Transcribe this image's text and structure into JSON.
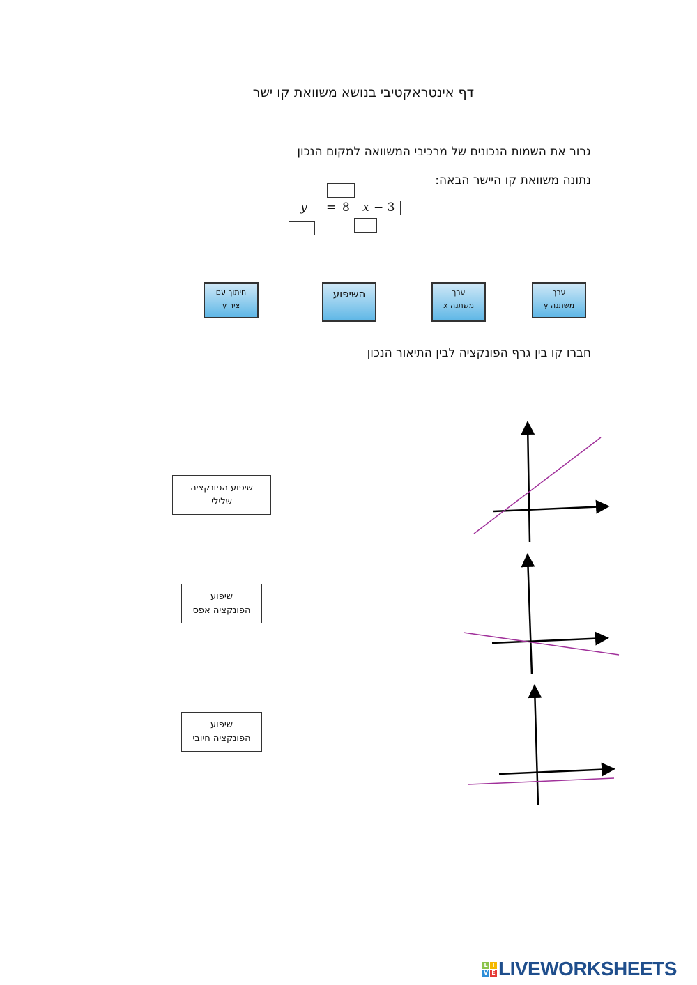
{
  "title": "דף אינטראקטיבי בנושא משוואת קו ישר",
  "instruction1": "גרור את השמות הנכונים של מרכיבי המשוואה למקום הנכון",
  "instruction2": "נתונה משוואת קו היישר הבאה:",
  "equation": {
    "y": "y",
    "equals": "=",
    "slope": "8",
    "x": "x",
    "rest": "− 3"
  },
  "chips": [
    {
      "line1": "חיתוך עם",
      "line2": "ציר y"
    },
    {
      "line1": "השיפוע",
      "line2": ""
    },
    {
      "line1": "ערך",
      "line2": "משתנה x"
    },
    {
      "line1": "ערך",
      "line2": "משתנה y"
    }
  ],
  "instruction3": "חברו קו בין גרף הפונקציה לבין התיאור הנכון",
  "descriptions": [
    {
      "line1": "שיפוע הפונקציה",
      "line2": "שלילי"
    },
    {
      "line1": "שיפוע",
      "line2": "הפונקציה אפס"
    },
    {
      "line1": "שיפוע",
      "line2": "הפונקציה חיובי"
    }
  ],
  "colors": {
    "line": "#a0309a",
    "chip_top": "#cfe8f7",
    "chip_bottom": "#5fb7e6",
    "logo": "#1f4e8c"
  },
  "logo": {
    "letters": [
      "L",
      "I",
      "V",
      "E"
    ],
    "text": "LIVEWORKSHEETS"
  }
}
